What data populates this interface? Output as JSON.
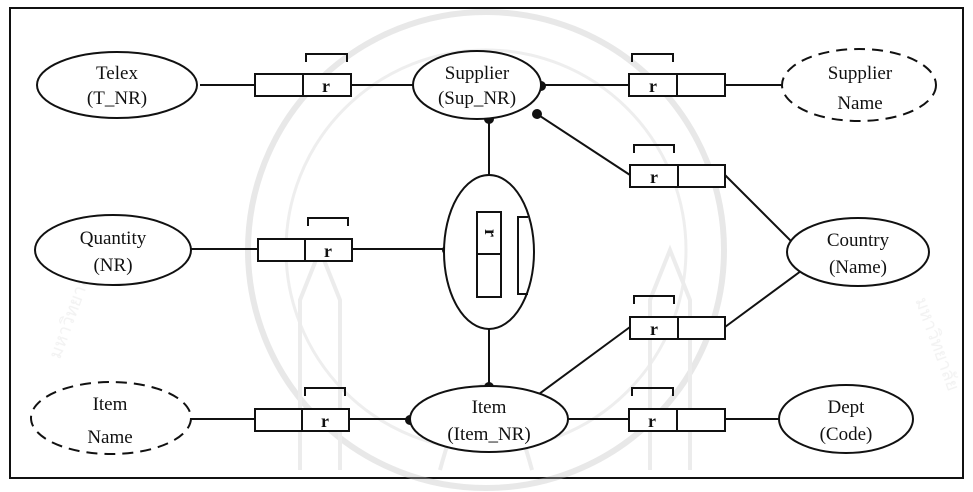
{
  "watermark": {
    "left_text": "มหาวิทยาลัย",
    "right_text": "มหาวิทยาลัย"
  },
  "entities": {
    "telex": {
      "line1": "Telex",
      "line2": "(T_NR)"
    },
    "supplier": {
      "line1": "Supplier",
      "line2": "(Sup_NR)"
    },
    "supplier_name": {
      "line1": "Supplier",
      "line2": "Name"
    },
    "quantity": {
      "line1": "Quantity",
      "line2": "(NR)"
    },
    "country": {
      "line1": "Country",
      "line2": "(Name)"
    },
    "item_name": {
      "line1": "Item",
      "line2": "Name"
    },
    "item": {
      "line1": "Item",
      "line2": "(Item_NR)"
    },
    "dept": {
      "line1": "Dept",
      "line2": "(Code)"
    }
  },
  "role_label": "r"
}
